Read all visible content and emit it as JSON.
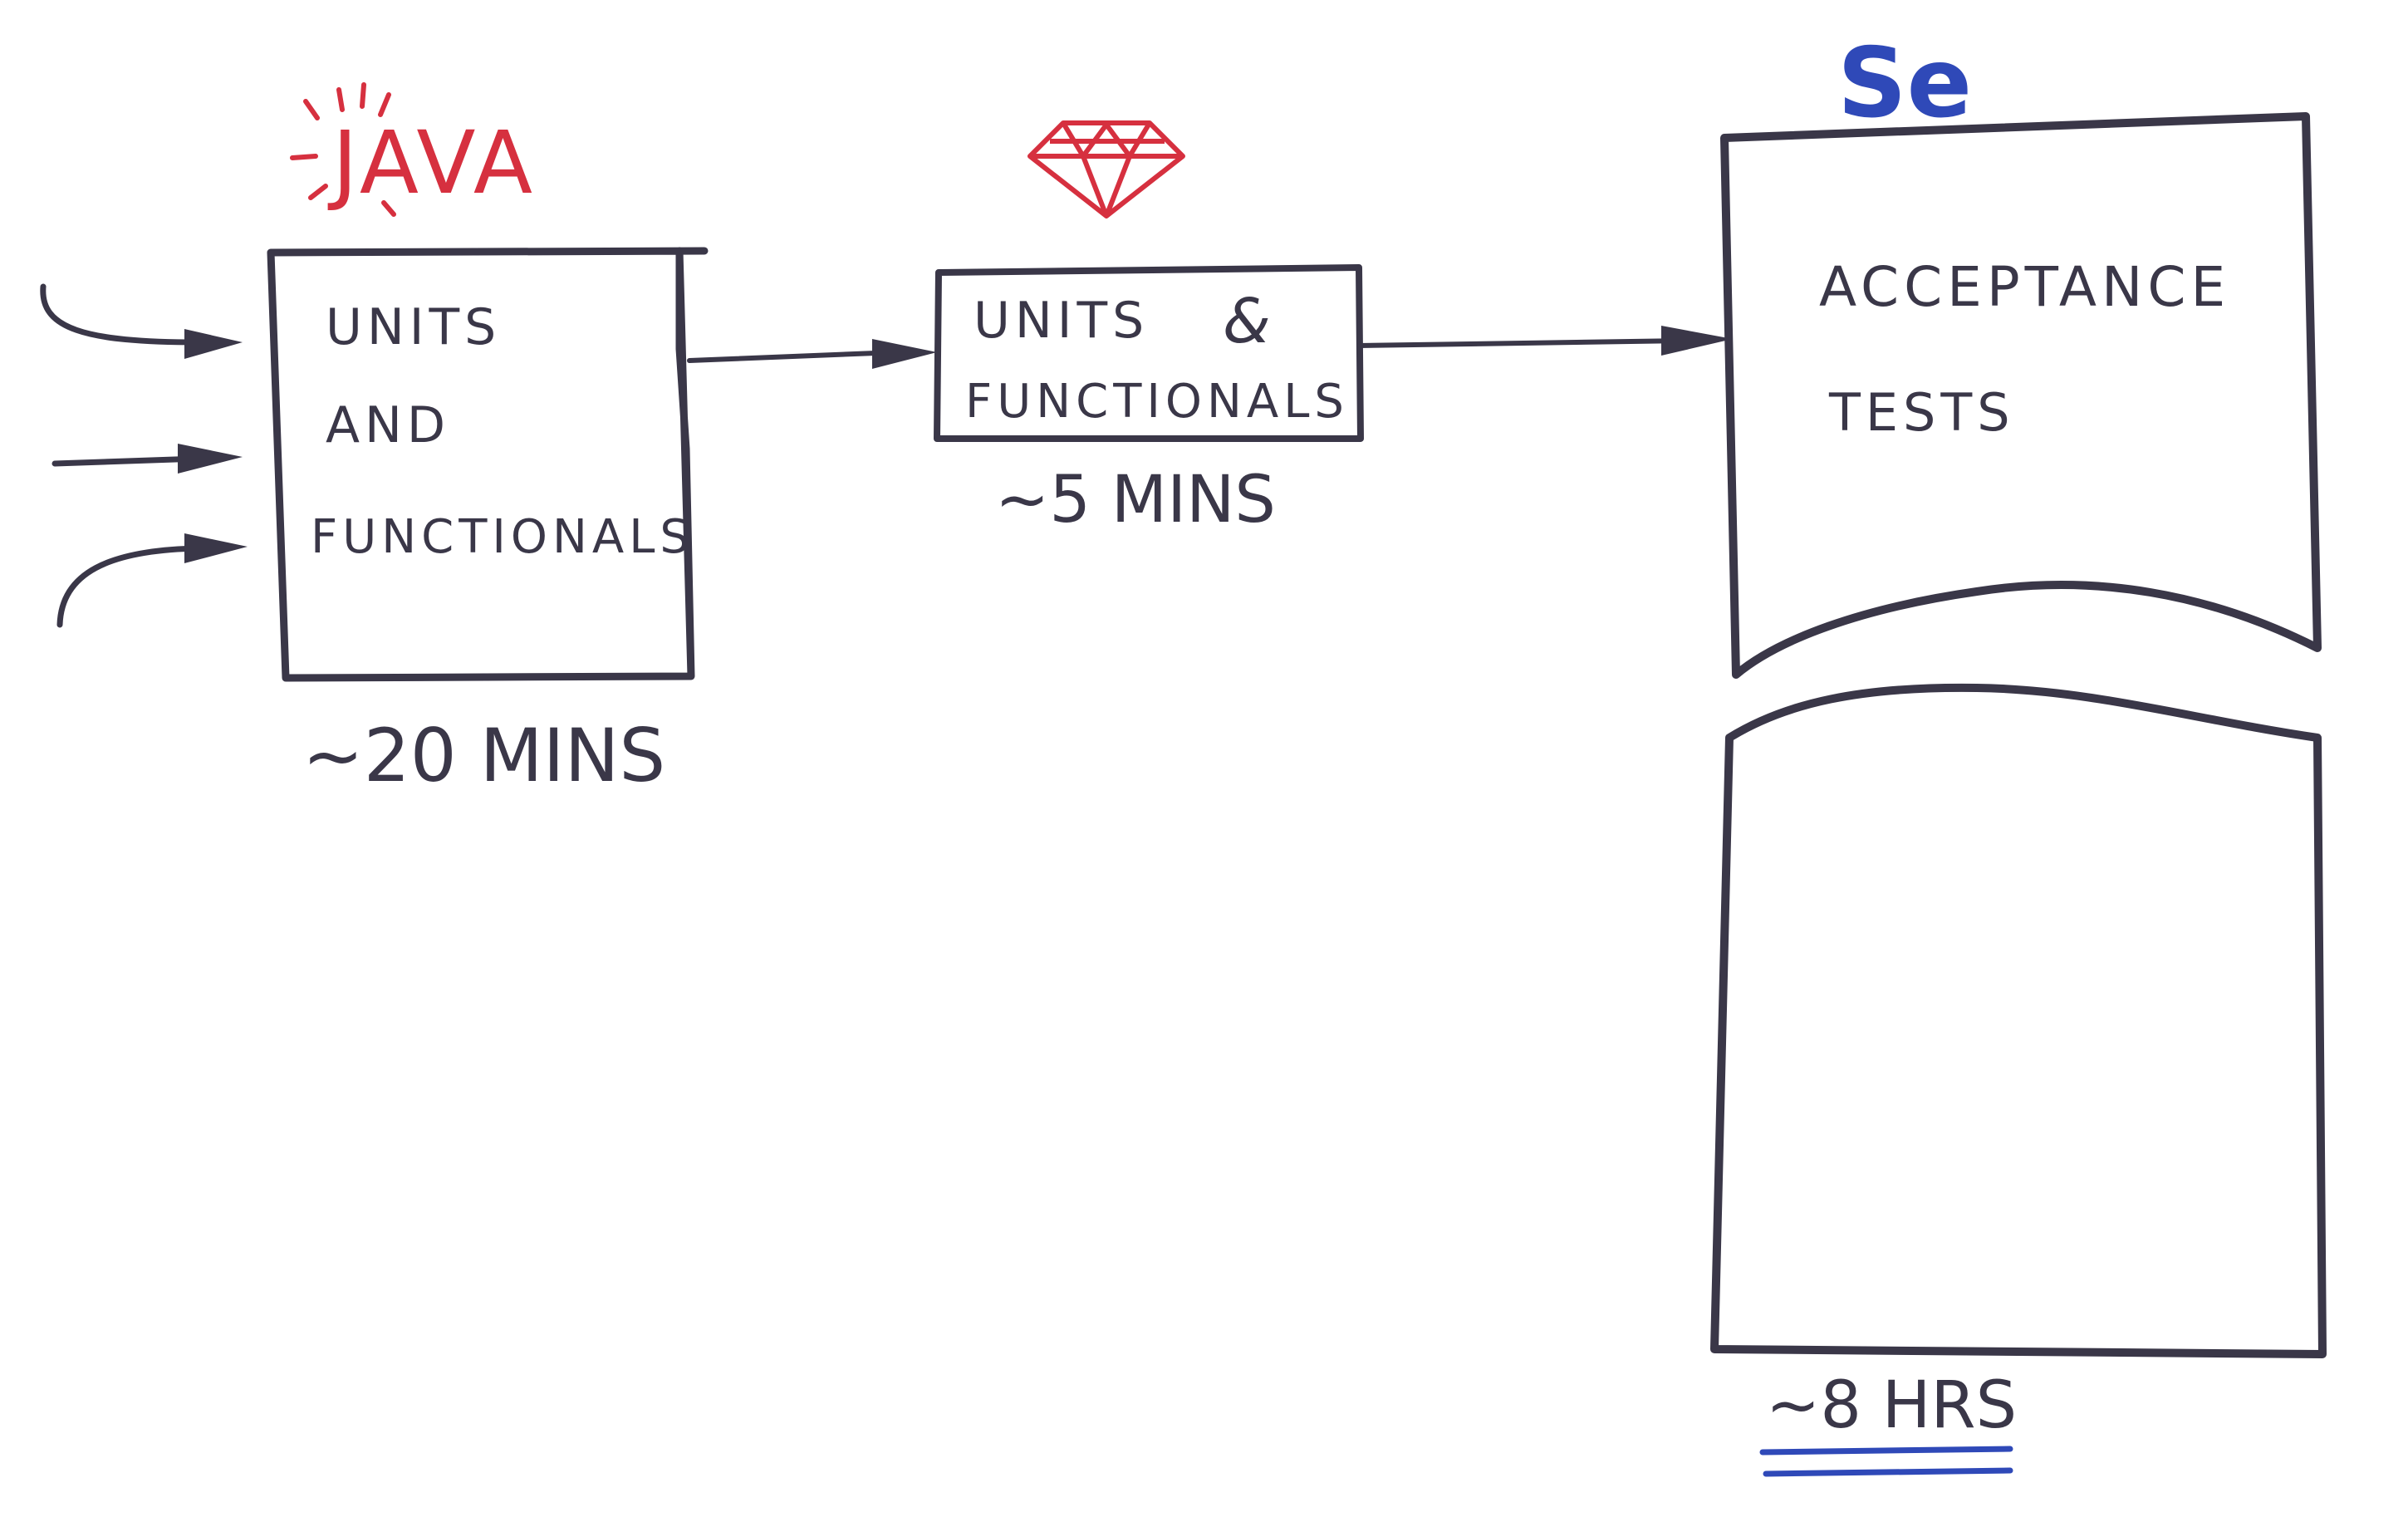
{
  "colors": {
    "ink": "#3a3748",
    "java_red": "#d6303f",
    "ruby_red": "#d6303f",
    "selenium_blue": "#2f49b8",
    "paper": "#ffffff"
  },
  "stage_java": {
    "logo_text": "JAVA",
    "lines": [
      "UNITS",
      "AND",
      "FUNCTIONALS"
    ],
    "duration": "~20 MINS"
  },
  "stage_ruby": {
    "logo_icon": "ruby-gem-icon",
    "line1_left": "UNITS",
    "line1_right": "&",
    "line2": "FUNCTIONALS",
    "duration": "~5 MINS"
  },
  "stage_selenium": {
    "logo_text": "Se",
    "lines": [
      "ACCEPTANCE",
      "TESTS"
    ],
    "duration": "~8 HRS"
  }
}
